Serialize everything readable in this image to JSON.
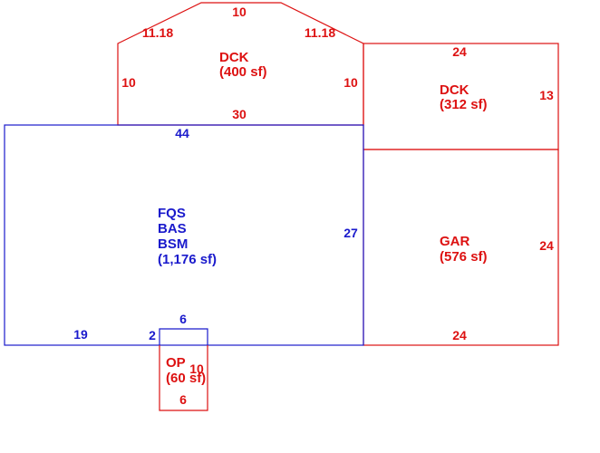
{
  "colors": {
    "main_structure": "#1a1acc",
    "additions": "#dd1111",
    "background": "#ffffff"
  },
  "areas": {
    "main": {
      "codes": [
        "FQS",
        "BAS",
        "BSM"
      ],
      "size": "(1,176 sf)"
    },
    "deck_upper": {
      "code": "DCK",
      "size": "(400 sf)"
    },
    "deck_right": {
      "code": "DCK",
      "size": "(312 sf)"
    },
    "garage": {
      "code": "GAR",
      "size": "(576 sf)"
    },
    "porch": {
      "code": "OP",
      "size": "(60 sf)"
    }
  },
  "dimensions": {
    "deck_upper": {
      "top": "10",
      "upper_left_diag": "11.18",
      "upper_right_diag": "11.18",
      "left": "10",
      "right": "10",
      "bottom": "30"
    },
    "deck_right": {
      "top": "24",
      "right": "13"
    },
    "main": {
      "top": "44",
      "right": "27",
      "bottom_left": "19",
      "offset": "2"
    },
    "garage": {
      "right": "24",
      "bottom": "24"
    },
    "porch": {
      "top": "6",
      "side": "10",
      "bottom": "6"
    }
  }
}
